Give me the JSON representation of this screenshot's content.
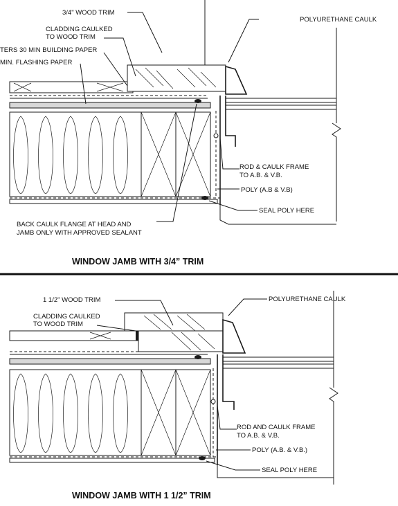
{
  "top_detail": {
    "title": "WINDOW JAMB WITH 3/4” TRIM",
    "labels": {
      "wood_trim": "3/4\" WOOD TRIM",
      "polyurethane_caulk": "POLYURETHANE CAULK",
      "cladding_caulked_1": "CLADDING CAULKED",
      "cladding_caulked_2": "TO WOOD TRIM",
      "building_paper": "TERS 30 MIN BUILDING PAPER",
      "flashing_paper": "MIN. FLASHING PAPER",
      "rod_caulk_1": "ROD & CAULK FRAME",
      "rod_caulk_2": "TO A.B. & V.B.",
      "poly": "POLY (A.B & V.B)",
      "seal_poly": "SEAL POLY HERE",
      "back_caulk_1": "BACK CAULK FLANGE AT HEAD AND",
      "back_caulk_2": "JAMB ONLY WITH APPROVED SEALANT"
    }
  },
  "bottom_detail": {
    "title": "WINDOW JAMB WITH 1 1/2” TRIM",
    "labels": {
      "wood_trim": "1 1/2\" WOOD TRIM",
      "polyurethane_caulk": "POLYURETHANE CAULK",
      "cladding_caulked_1": "CLADDING CAULKED",
      "cladding_caulked_2": "TO WOOD TRIM",
      "rod_caulk_1": "ROD AND CAULK FRAME",
      "rod_caulk_2": "TO A.B. & V.B.",
      "poly": "POLY (A.B. & V.B.)",
      "seal_poly": "SEAL POLY HERE"
    }
  }
}
